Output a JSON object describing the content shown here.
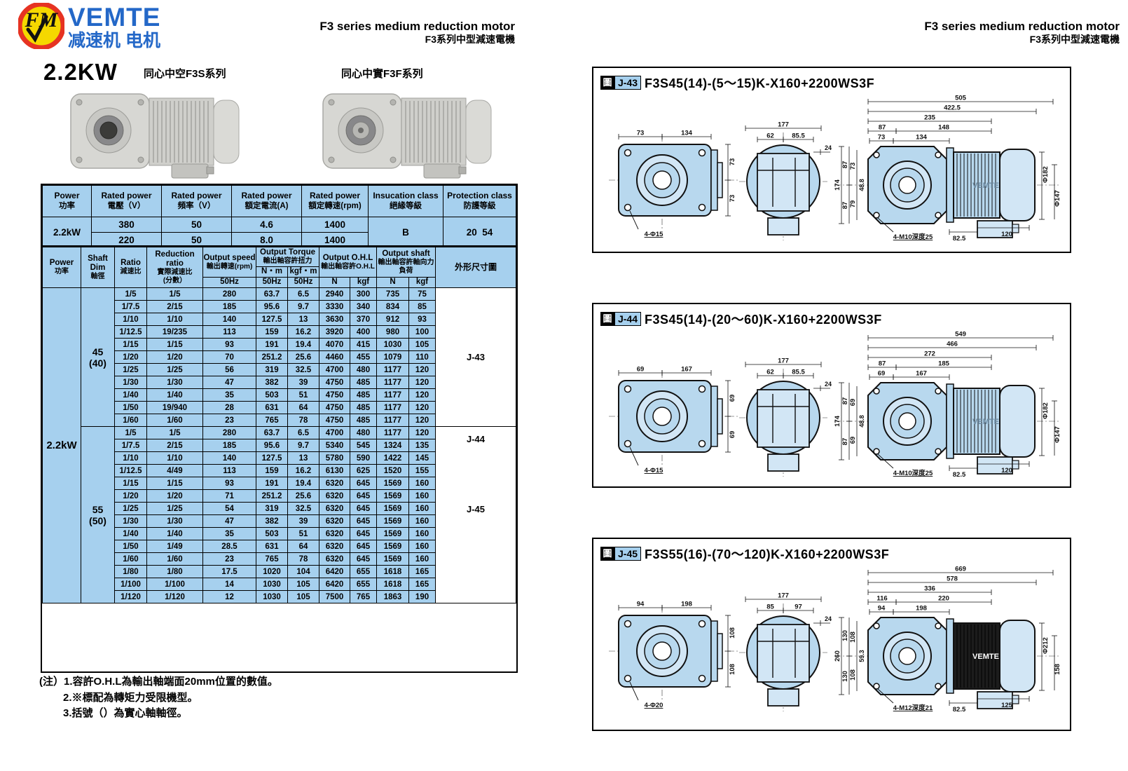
{
  "brand": {
    "name": "VEMTE",
    "subtitle": "减速机 电机",
    "logo_monogram": "FM"
  },
  "page_header": {
    "title_en": "F3 series medium reduction motor",
    "title_zh": "F3系列中型減速電機"
  },
  "product": {
    "power_title": "2.2KW",
    "left_series": "同心中空F3S系列",
    "right_series": "同心中實F3F系列"
  },
  "spec_table": {
    "headers": [
      {
        "en": "Power",
        "zh": "功率"
      },
      {
        "en": "Rated power",
        "zh": "電壓（V）"
      },
      {
        "en": "Rated power",
        "zh": "頻率（V）"
      },
      {
        "en": "Rated power",
        "zh": "額定電流(A)"
      },
      {
        "en": "Rated power",
        "zh": "額定轉速(rpm)"
      },
      {
        "en": "Insucation class",
        "zh": "絕緣等級"
      },
      {
        "en": "Protection class",
        "zh": "防護等級"
      }
    ],
    "power": "2.2kW",
    "rows": [
      [
        "380",
        "50",
        "4.6",
        "1400"
      ],
      [
        "220",
        "50",
        "8.0",
        "1400"
      ]
    ],
    "insulation": "B",
    "protection": "20  54"
  },
  "main_table": {
    "header": {
      "power_en": "Power",
      "power_zh": "功率",
      "shaft_en": "Shaft Dim",
      "shaft_zh": "軸徑",
      "ratio_en": "Ratio",
      "ratio_zh": "減速比",
      "reduction_en": "Reduction ratio",
      "reduction_zh": "實際減速比",
      "reduction_zh2": "(分數）",
      "speed_en": "Output speed",
      "speed_zh": "輸出轉速(rpm)",
      "torque_en": "Output Torque",
      "torque_zh": "輸出軸容許扭力",
      "torque_nm": "N・m",
      "torque_kgfm": "kgf・m",
      "ohl_en": "Output O.H.L",
      "ohl_zh": "輸出軸容許O.H.L",
      "shaftload_en": "Output shaft",
      "shaftload_zh": "輸出軸容許軸向力負荷",
      "hz": "50Hz",
      "n": "N",
      "kgf": "kgf",
      "diagram": "外形尺寸圖"
    },
    "power": "2.2kW",
    "sections": [
      {
        "shaft": "45",
        "shaft_paren": "(40)",
        "diagram": "J-43",
        "rows": [
          [
            "1/5",
            "1/5",
            "280",
            "63.7",
            "6.5",
            "2940",
            "300",
            "735",
            "75"
          ],
          [
            "1/7.5",
            "2/15",
            "185",
            "95.6",
            "9.7",
            "3330",
            "340",
            "834",
            "85"
          ],
          [
            "1/10",
            "1/10",
            "140",
            "127.5",
            "13",
            "3630",
            "370",
            "912",
            "93"
          ],
          [
            "1/12.5",
            "19/235",
            "113",
            "159",
            "16.2",
            "3920",
            "400",
            "980",
            "100"
          ],
          [
            "1/15",
            "1/15",
            "93",
            "191",
            "19.4",
            "4070",
            "415",
            "1030",
            "105"
          ],
          [
            "1/20",
            "1/20",
            "70",
            "251.2",
            "25.6",
            "4460",
            "455",
            "1079",
            "110"
          ],
          [
            "1/25",
            "1/25",
            "56",
            "319",
            "32.5",
            "4700",
            "480",
            "1177",
            "120"
          ],
          [
            "1/30",
            "1/30",
            "47",
            "382",
            "39",
            "4750",
            "485",
            "1177",
            "120"
          ],
          [
            "1/40",
            "1/40",
            "35",
            "503",
            "51",
            "4750",
            "485",
            "1177",
            "120"
          ],
          [
            "1/50",
            "19/940",
            "28",
            "631",
            "64",
            "4750",
            "485",
            "1177",
            "120"
          ],
          [
            "1/60",
            "1/60",
            "23",
            "765",
            "78",
            "4750",
            "485",
            "1177",
            "120"
          ]
        ]
      },
      {
        "shaft": "55",
        "shaft_paren": "(50)",
        "diagrams": [
          "J-44",
          "J-45"
        ],
        "rows": [
          [
            "1/5",
            "1/5",
            "280",
            "63.7",
            "6.5",
            "4700",
            "480",
            "1177",
            "120"
          ],
          [
            "1/7.5",
            "2/15",
            "185",
            "95.6",
            "9.7",
            "5340",
            "545",
            "1324",
            "135"
          ],
          [
            "1/10",
            "1/10",
            "140",
            "127.5",
            "13",
            "5780",
            "590",
            "1422",
            "145"
          ],
          [
            "1/12.5",
            "4/49",
            "113",
            "159",
            "16.2",
            "6130",
            "625",
            "1520",
            "155"
          ],
          [
            "1/15",
            "1/15",
            "93",
            "191",
            "19.4",
            "6320",
            "645",
            "1569",
            "160"
          ],
          [
            "1/20",
            "1/20",
            "71",
            "251.2",
            "25.6",
            "6320",
            "645",
            "1569",
            "160"
          ],
          [
            "1/25",
            "1/25",
            "54",
            "319",
            "32.5",
            "6320",
            "645",
            "1569",
            "160"
          ],
          [
            "1/30",
            "1/30",
            "47",
            "382",
            "39",
            "6320",
            "645",
            "1569",
            "160"
          ],
          [
            "1/40",
            "1/40",
            "35",
            "503",
            "51",
            "6320",
            "645",
            "1569",
            "160"
          ],
          [
            "1/50",
            "1/49",
            "28.5",
            "631",
            "64",
            "6320",
            "645",
            "1569",
            "160"
          ],
          [
            "1/60",
            "1/60",
            "23",
            "765",
            "78",
            "6320",
            "645",
            "1569",
            "160"
          ],
          [
            "1/80",
            "1/80",
            "17.5",
            "1020",
            "104",
            "6420",
            "655",
            "1618",
            "165"
          ],
          [
            "1/100",
            "1/100",
            "14",
            "1030",
            "105",
            "6420",
            "655",
            "1618",
            "165"
          ],
          [
            "1/120",
            "1/120",
            "12",
            "1030",
            "105",
            "7500",
            "765",
            "1863",
            "190"
          ]
        ]
      }
    ]
  },
  "notes": [
    "(注）1.容許O.H.L為輸出軸端面20mm位置的數值。",
    "2.※標配為轉矩力受限機型。",
    "3.括號（）為實心軸軸徑。"
  ],
  "panels": [
    {
      "badge": "圖",
      "code": "J-43",
      "title": "F3S45(14)-(5～15)K-X160+2200WS3F",
      "front": {
        "d1": "73",
        "d2": "134",
        "r1": "73",
        "r2": "73",
        "holes": "4-Φ15"
      },
      "mid": {
        "w": "177",
        "w1": "62",
        "w2": "85.5",
        "t": "24"
      },
      "side": {
        "top": [
          "505",
          "422.5",
          "235",
          "87",
          "148",
          "73",
          "134"
        ],
        "left": [
          "174",
          "87",
          "87",
          "73",
          "79",
          "48.8"
        ],
        "right": [
          "Φ182",
          "Φ147"
        ],
        "bottom": [
          "82.5",
          "120"
        ],
        "holes": "4-M10深度25",
        "brand": "VEMTE"
      },
      "dark": false
    },
    {
      "badge": "圖",
      "code": "J-44",
      "title": "F3S45(14)-(20～60)K-X160+2200WS3F",
      "front": {
        "d1": "69",
        "d2": "167",
        "r1": "69",
        "r2": "69",
        "holes": "4-Φ15"
      },
      "mid": {
        "w": "177",
        "w1": "62",
        "w2": "85.5",
        "t": "24"
      },
      "side": {
        "top": [
          "549",
          "466",
          "272",
          "87",
          "185",
          "69",
          "167"
        ],
        "left": [
          "174",
          "87",
          "87",
          "69",
          "69",
          "48.8"
        ],
        "right": [
          "Φ182",
          "Φ147"
        ],
        "bottom": [
          "82.5",
          "120"
        ],
        "holes": "4-M10深度25",
        "brand": "VEMTE"
      },
      "dark": false
    },
    {
      "badge": "圖",
      "code": "J-45",
      "title": "F3S55(16)-(70～120)K-X160+2200WS3F",
      "front": {
        "d1": "94",
        "d2": "198",
        "r1": "108",
        "r2": "108",
        "holes": "4-Φ20"
      },
      "mid": {
        "w": "177",
        "w1": "85",
        "w2": "97",
        "t": "24"
      },
      "side": {
        "top": [
          "669",
          "578",
          "336",
          "116",
          "220",
          "94",
          "198"
        ],
        "left": [
          "260",
          "130",
          "130",
          "108",
          "108",
          "59.3"
        ],
        "right": [
          "Φ212",
          "158"
        ],
        "bottom": [
          "82.5",
          "125"
        ],
        "holes": "4-M12深度21",
        "brand": "VEMTE"
      },
      "dark": true
    }
  ]
}
